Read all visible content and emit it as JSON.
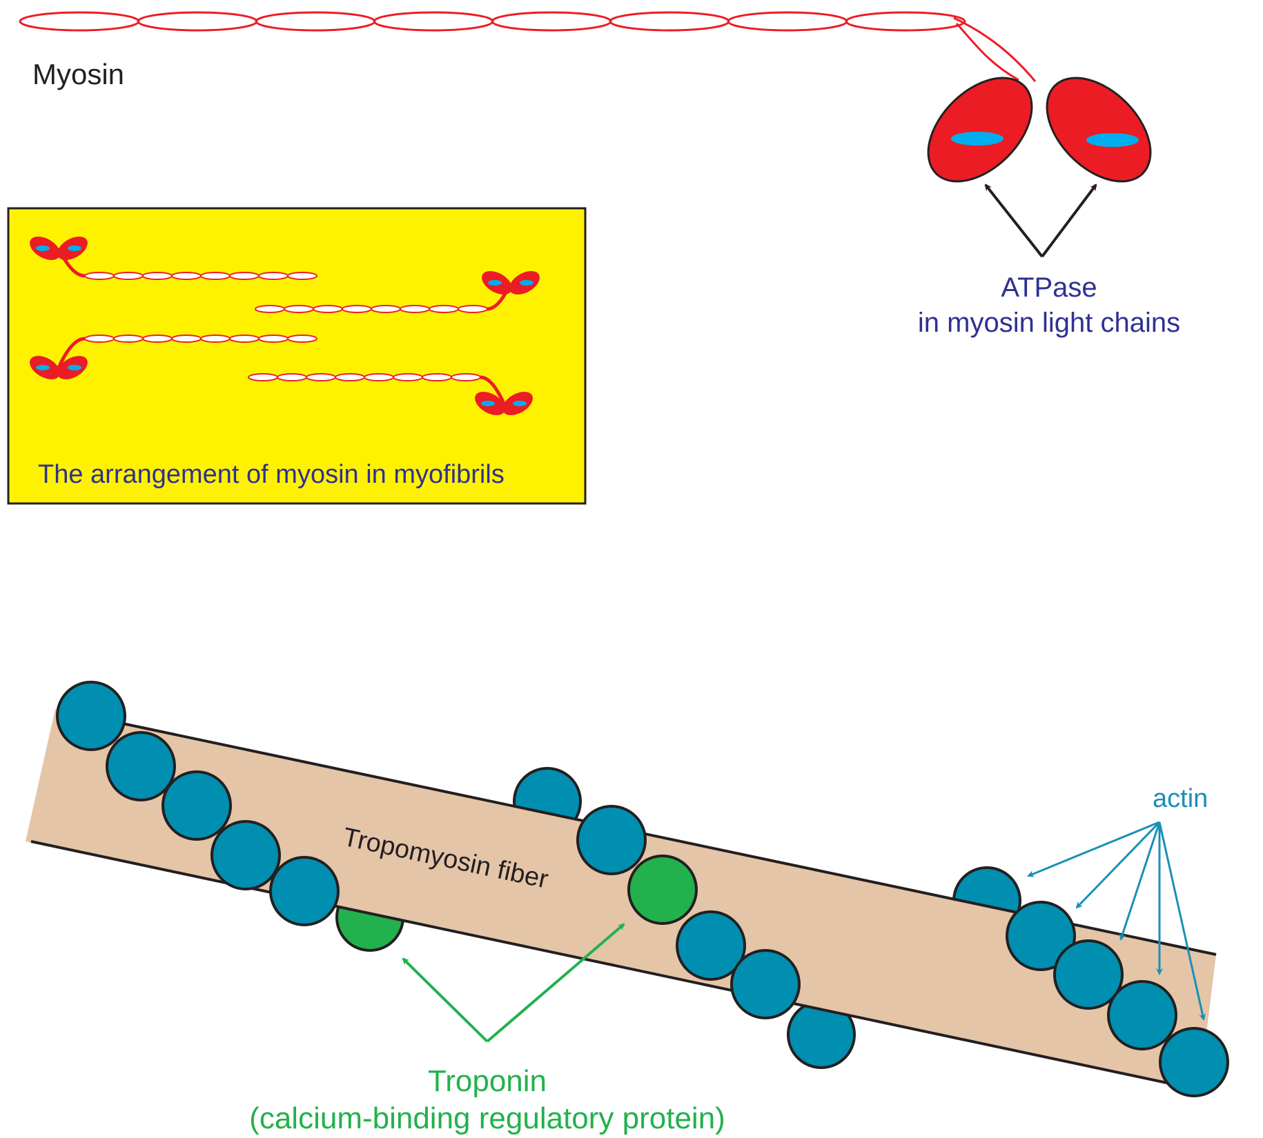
{
  "labels": {
    "myosin": "Myosin",
    "atpase_line1": "ATPase",
    "atpase_line2": "in myosin light chains",
    "arrangement": "The arrangement of myosin in myofibrils",
    "tropomyosin": "Tropomyosin fiber",
    "actin": "actin",
    "troponin_line1": "Troponin",
    "troponin_line2": "(calcium-binding regulatory protein)"
  },
  "colors": {
    "myosin_red": "#ec1c24",
    "atpase_blue": "#00aeef",
    "arrangement_box": "#fff200",
    "label_navy": "#2e3192",
    "actin_teal": "#008fb0",
    "actin_label": "#1a8fb5",
    "troponin_green": "#22b14c",
    "tropomyosin_tan": "#e4c5a8",
    "outline": "#231f20"
  }
}
